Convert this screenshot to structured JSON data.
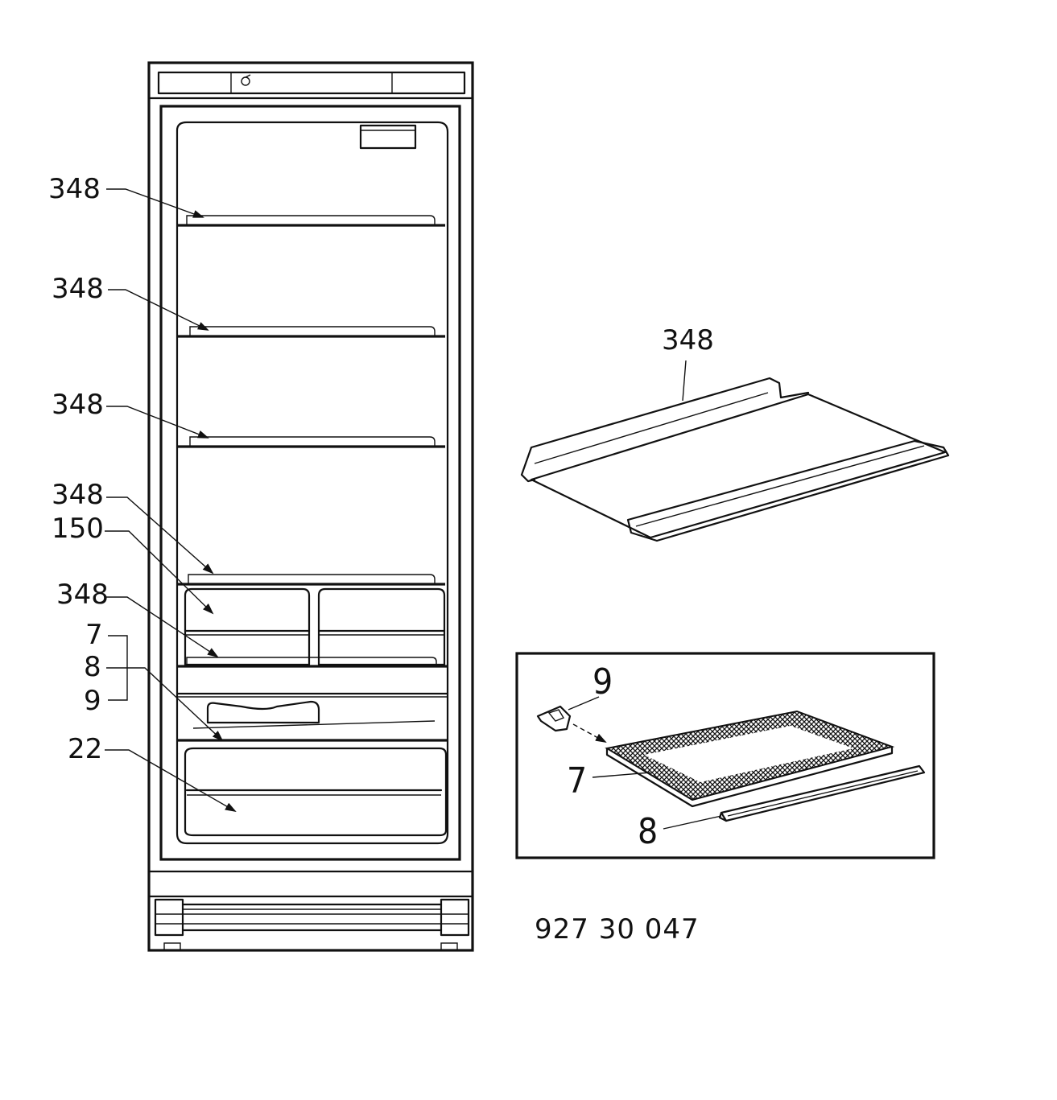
{
  "callouts_fridge": [
    {
      "key": "shelf_1",
      "text": "348"
    },
    {
      "key": "shelf_2",
      "text": "348"
    },
    {
      "key": "shelf_3",
      "text": "348"
    },
    {
      "key": "shelf_4",
      "text": "348"
    },
    {
      "key": "crisper_cover",
      "text": "150"
    },
    {
      "key": "shelf_5",
      "text": "348"
    },
    {
      "key": "bracket_7",
      "text": "7"
    },
    {
      "key": "bracket_8",
      "text": "8"
    },
    {
      "key": "bracket_9",
      "text": "9"
    },
    {
      "key": "drawer",
      "text": "22"
    }
  ],
  "shelf_detail": {
    "label": "348"
  },
  "inset_detail": {
    "label_9": "9",
    "label_7": "7",
    "label_8": "8"
  },
  "document_code": "927 30 047"
}
